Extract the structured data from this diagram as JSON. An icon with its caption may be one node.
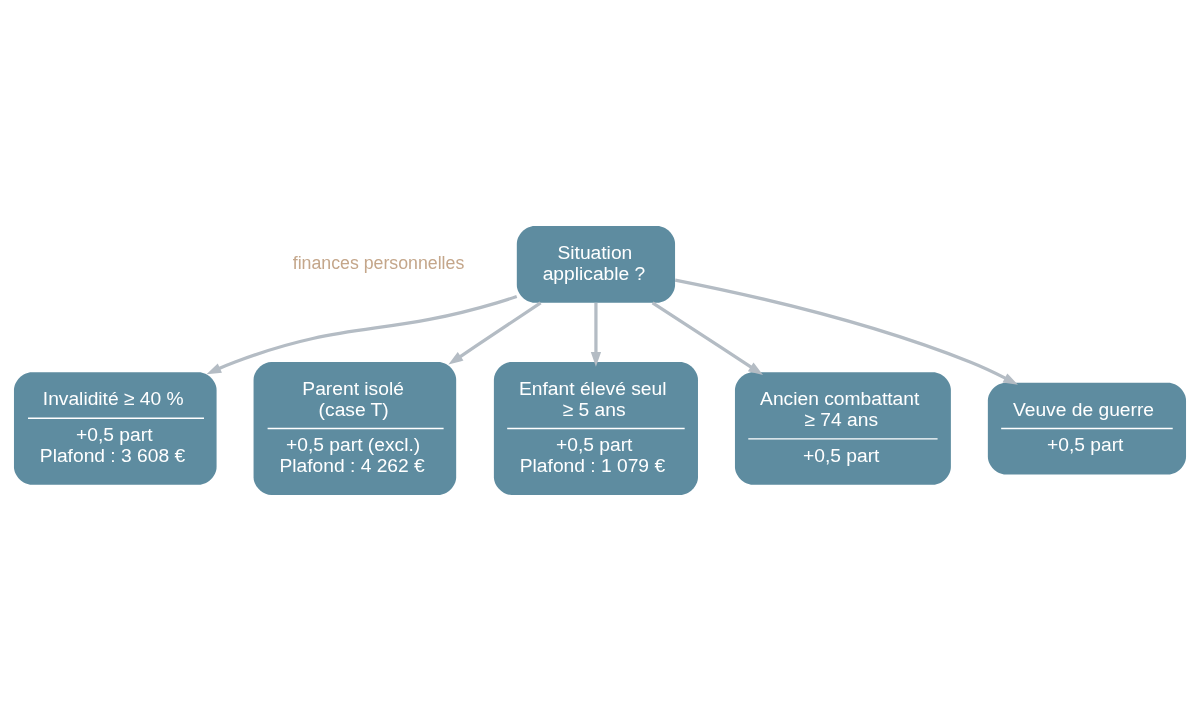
{
  "diagram": {
    "nodes": [
      {
        "text": [
          "Situation applicable ?"
        ]
      },
      {
        "text": [
          "Invalidité ≥ 40 %",
          "+0,5 part",
          "Plafond : 3 608 €"
        ]
      },
      {
        "text": [
          "Parent isolé (case T)",
          "+0,5 part (excl.)",
          "Plafond : 4 262 €"
        ]
      },
      {
        "text": [
          "Enfant élevé seul ≥ 5 ans",
          "+0,5 part",
          "Plafond : 1 079 €"
        ]
      },
      {
        "text": [
          "Ancien combattant ≥ 74 ans",
          "+0,5 part"
        ]
      },
      {
        "text": [
          "Veuve de guerre",
          "+0,5 part"
        ]
      }
    ],
    "edges": [
      {
        "from": 0,
        "to": 1,
        "arrow": "to"
      },
      {
        "from": 0,
        "to": 2,
        "arrow": "to"
      },
      {
        "from": 0,
        "to": 3,
        "arrow": "to"
      },
      {
        "from": 0,
        "to": 4,
        "arrow": "to"
      },
      {
        "from": 0,
        "to": 5,
        "arrow": "to"
      }
    ],
    "labels": [
      "finances personnelles"
    ]
  }
}
